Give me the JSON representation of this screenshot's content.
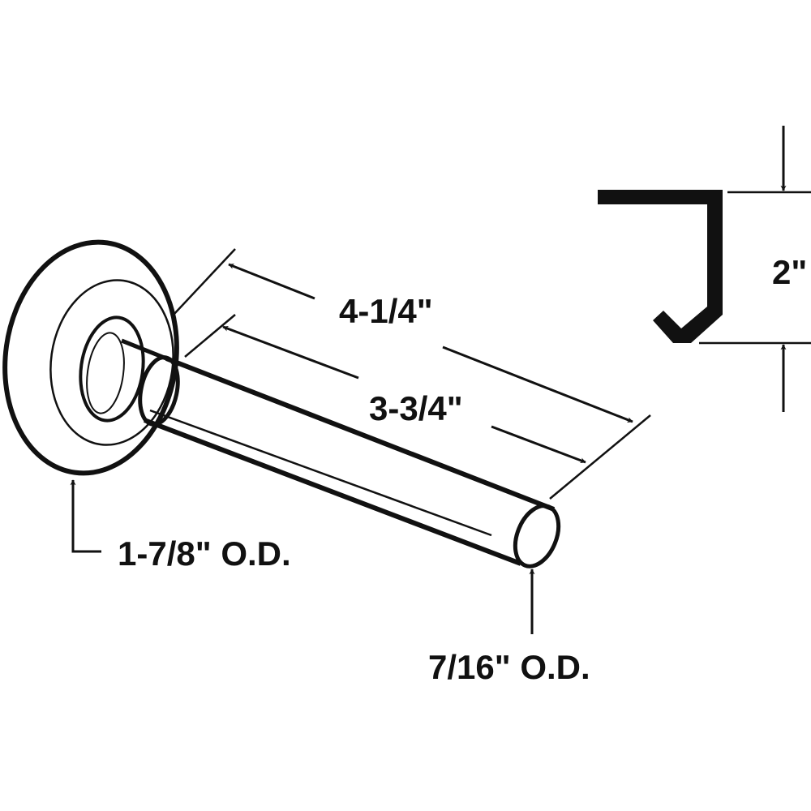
{
  "diagram": {
    "labels": {
      "overall_length": "4-1/4\"",
      "shaft_length": "3-3/4\"",
      "wheel_diameter": "1-7/8\" O.D.",
      "shaft_diameter": "7/16\" O.D.",
      "track_height": "2\""
    },
    "colors": {
      "ink": "#111111",
      "background": "#ffffff"
    }
  }
}
